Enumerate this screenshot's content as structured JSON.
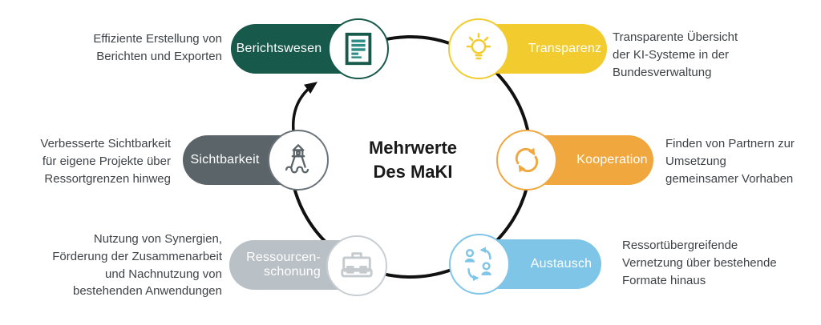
{
  "title": {
    "text": "Mehrwerte\nDes MaKI"
  },
  "colors": {
    "berichtswesen": "#17594B",
    "transparenz": "#F2CC2E",
    "kooperation": "#F0A73E",
    "austausch": "#7FC5E8",
    "ressourcenschonung": "#B9C1C6",
    "ressourcen_circle": "#C9CED2",
    "sichtbarkeit": "#5B6569",
    "cycle_stroke": "#111111",
    "desc_text": "#3E4347",
    "title_text": "#1A1A1A"
  },
  "nodes": {
    "berichtswesen": {
      "label": "Berichtswesen",
      "icon": "report-document-icon",
      "description": "Effiziente Erstellung von\nBerichten und Exporten"
    },
    "transparenz": {
      "label": "Transparenz",
      "icon": "lightbulb-icon",
      "description": "Transparente Übersicht\nder KI-Systeme in der\nBundesverwaltung"
    },
    "kooperation": {
      "label": "Kooperation",
      "icon": "sync-arrows-icon",
      "description": "Finden von Partnern zur\nUmsetzung\ngemeinsamer Vorhaben"
    },
    "austausch": {
      "label": "Austausch",
      "icon": "people-exchange-icon",
      "description": "Ressortübergreifende\nVernetzung über bestehende\nFormate hinaus"
    },
    "ressourcenschonung": {
      "label": "Ressourcen-\nschonung",
      "icon": "briefcase-icon",
      "description": "Nutzung von Synergien,\nFörderung der Zusammenarbeit\nund Nachnutzung von\nbestehenden Anwendungen"
    },
    "sichtbarkeit": {
      "label": "Sichtbarkeit",
      "icon": "lighthouse-icon",
      "description": "Verbesserte Sichtbarkeit\nfür eigene Projekte über\nRessortgrenzen hinweg"
    }
  }
}
